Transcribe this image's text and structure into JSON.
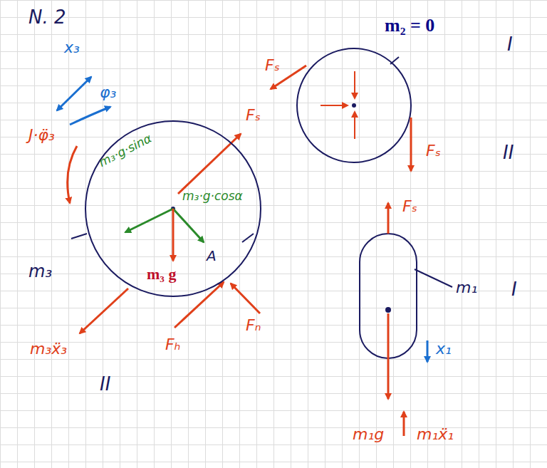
{
  "diagram": {
    "nodes": [
      {
        "text": [
          "m₃·g·sinα",
          "m₃·g·cosα",
          "m₃ g",
          "A"
        ]
      }
    ],
    "labels": [
      "N. 2",
      "x₃",
      "φ₃",
      "m₂ = 0",
      "Fₛ",
      "I",
      "Fₛ",
      "Fₛ",
      "II",
      "J·φ̈₃",
      "Fₛ",
      "m₁",
      "I",
      "m₃",
      "x₁",
      "m₃ẍ₃",
      "Fₕ",
      "Fₙ",
      "II",
      "m₁g",
      "m₁ẍ₁"
    ]
  }
}
